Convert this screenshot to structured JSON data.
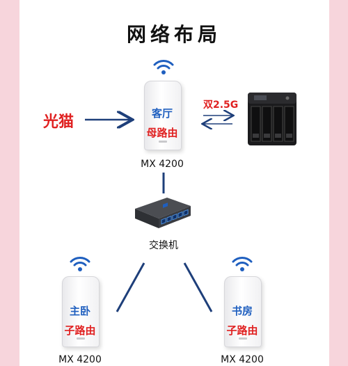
{
  "title": "网络布局",
  "modem_label": "光猫",
  "link_label": "双2.5G",
  "main_router": {
    "room": "客厅",
    "role": "母路由",
    "model": "MX 4200"
  },
  "switch_label": "交换机",
  "left_router": {
    "room": "主卧",
    "role": "子路由",
    "model": "MX 4200"
  },
  "right_router": {
    "room": "书房",
    "role": "子路由",
    "model": "MX 4200"
  },
  "colors": {
    "accent_blue": "#1f5fbf",
    "accent_red": "#e02020",
    "arrow": "#1e3f7a",
    "background": "#f7d5dc"
  }
}
